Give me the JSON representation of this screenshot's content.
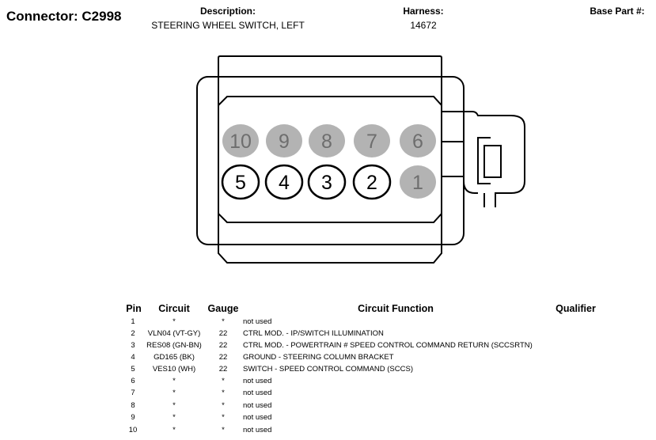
{
  "header": {
    "connector_label": "Connector:",
    "connector_id": "C2998",
    "description_label": "Description:",
    "description_value": "STEERING WHEEL SWITCH, LEFT",
    "harness_label": "Harness:",
    "harness_value": "14672",
    "base_part_label": "Base Part #:"
  },
  "colors": {
    "unused_pin": "#b3b3b3",
    "used_pin": "#ffffff",
    "outline": "#000000"
  },
  "connector": {
    "pins": [
      {
        "num": "10",
        "used": false
      },
      {
        "num": "9",
        "used": false
      },
      {
        "num": "8",
        "used": false
      },
      {
        "num": "7",
        "used": false
      },
      {
        "num": "6",
        "used": false
      },
      {
        "num": "5",
        "used": true
      },
      {
        "num": "4",
        "used": true
      },
      {
        "num": "3",
        "used": true
      },
      {
        "num": "2",
        "used": true
      },
      {
        "num": "1",
        "used": false
      }
    ]
  },
  "table": {
    "headers": {
      "pin": "Pin",
      "circuit": "Circuit",
      "gauge": "Gauge",
      "function": "Circuit Function",
      "qualifier": "Qualifier"
    },
    "rows": [
      {
        "pin": "1",
        "circuit": "*",
        "gauge": "*",
        "function": "not used"
      },
      {
        "pin": "2",
        "circuit": "VLN04 (VT-GY)",
        "gauge": "22",
        "function": "CTRL MOD. - IP/SWITCH ILLUMINATION"
      },
      {
        "pin": "3",
        "circuit": "RES08 (GN-BN)",
        "gauge": "22",
        "function": "CTRL MOD. - POWERTRAIN # SPEED CONTROL COMMAND RETURN (SCCSRTN)"
      },
      {
        "pin": "4",
        "circuit": "GD165 (BK)",
        "gauge": "22",
        "function": "GROUND - STEERING COLUMN BRACKET"
      },
      {
        "pin": "5",
        "circuit": "VES10 (WH)",
        "gauge": "22",
        "function": "SWITCH - SPEED CONTROL COMMAND (SCCS)"
      },
      {
        "pin": "6",
        "circuit": "*",
        "gauge": "*",
        "function": "not used"
      },
      {
        "pin": "7",
        "circuit": "*",
        "gauge": "*",
        "function": "not used"
      },
      {
        "pin": "8",
        "circuit": "*",
        "gauge": "*",
        "function": "not used"
      },
      {
        "pin": "9",
        "circuit": "*",
        "gauge": "*",
        "function": "not used"
      },
      {
        "pin": "10",
        "circuit": "*",
        "gauge": "*",
        "function": "not used"
      }
    ]
  }
}
